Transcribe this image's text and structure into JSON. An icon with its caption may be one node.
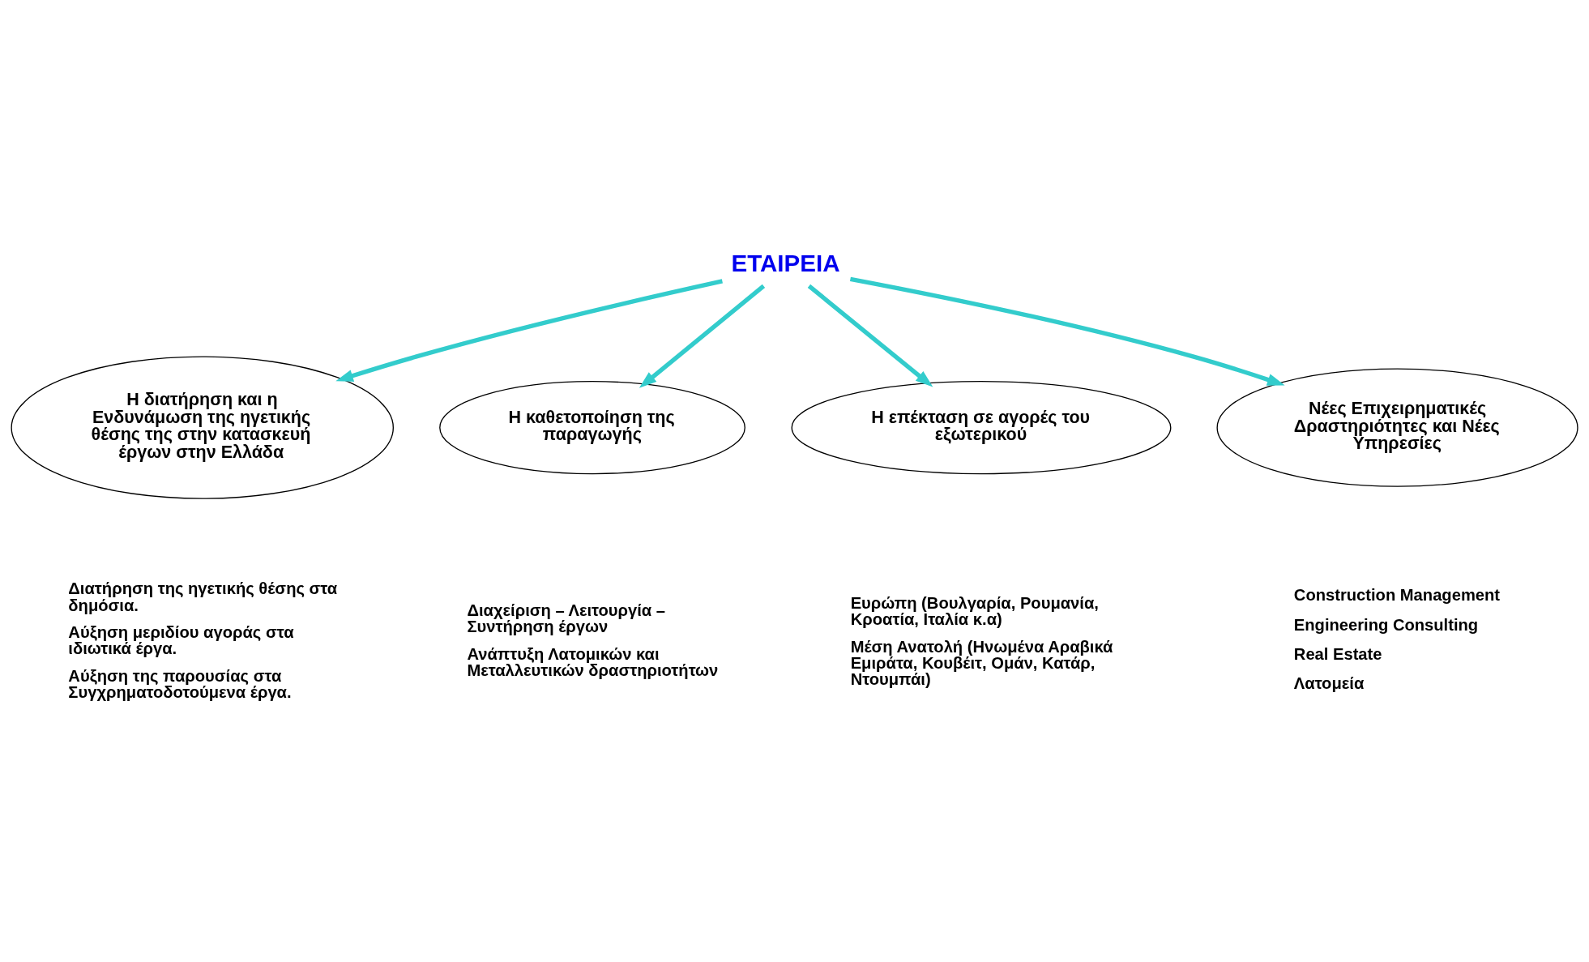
{
  "diagram": {
    "nodes": [
      {
        "text": [
          "ΕΤΑΙΡΕΙΑ"
        ]
      },
      {
        "text": [
          "Η διατήρηση και η Ενδυνάμωση της ηγετικής θέσης της στην κατασκευή έργων στην Ελλάδα"
        ],
        "beside": [
          "Διατήρηση της ηγετικής θέσης στα δημόσια.",
          "Αύξηση μεριδίου αγοράς στα ιδιωτικά έργα.",
          "Αύξηση της παρουσίας στα Συγχρηματοδοτούμενα έργα."
        ]
      },
      {
        "text": [
          "Η καθετοποίηση της παραγωγής"
        ],
        "beside": [
          "Διαχείριση – Λειτουργία – Συντήρηση έργων",
          "Ανάπτυξη Λατομικών και Μεταλλευτικών δραστηριοτήτων"
        ]
      },
      {
        "text": [
          "Η επέκταση σε αγορές του εξωτερικού"
        ],
        "beside": [
          "Ευρώπη (Βουλγαρία, Ρουμανία, Κροατία, Ιταλία κ.α)",
          "Μέση Ανατολή (Ηνωμένα Αραβικά Εμιράτα, Κουβέιτ, Ομάν, Κατάρ, Ντουμπάι)"
        ]
      },
      {
        "text": [
          "Νέες Επιχειρηματικές Δραστηριότητες και Νέες Υπηρεσίες"
        ],
        "beside": [
          "Construction Management",
          "Engineering Consulting",
          "Real Estate",
          "Λατομεία"
        ]
      }
    ],
    "edges": [
      {
        "from": 0,
        "to": 1,
        "arrow": "to"
      },
      {
        "from": 0,
        "to": 2,
        "arrow": "to"
      },
      {
        "from": 0,
        "to": 3,
        "arrow": "to"
      },
      {
        "from": 0,
        "to": 4,
        "arrow": "to"
      }
    ]
  }
}
